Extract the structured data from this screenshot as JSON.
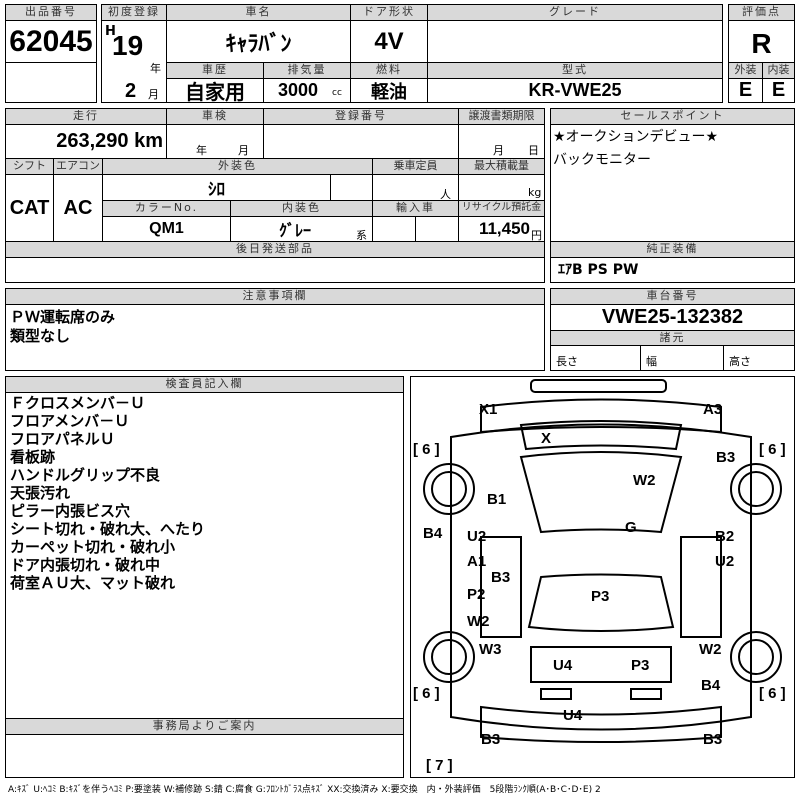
{
  "lot": {
    "label": "出品番号",
    "value": "62045"
  },
  "first_reg": {
    "label": "初度登録",
    "era": "H",
    "year": "19",
    "year_unit": "年",
    "month": "2",
    "month_unit": "月"
  },
  "car_name": {
    "label": "車名",
    "value": "ｷｬﾗﾊﾞﾝ"
  },
  "door": {
    "label": "ドア形状",
    "value": "4V"
  },
  "grade": {
    "label": "グレード",
    "value": ""
  },
  "score": {
    "label": "評価点",
    "value": "R",
    "ext_label": "外装",
    "int_label": "内装",
    "ext": "E",
    "int": "E"
  },
  "history": {
    "label": "車歴",
    "value": "自家用"
  },
  "displacement": {
    "label": "排気量",
    "value": "3000",
    "unit": "cc"
  },
  "fuel": {
    "label": "燃料",
    "value": "軽油"
  },
  "model": {
    "label": "型式",
    "value": "KR-VWE25"
  },
  "mileage": {
    "label": "走行",
    "value": "263,290 km"
  },
  "inspection": {
    "label": "車検",
    "year_unit": "年",
    "month_unit": "月"
  },
  "reg_no": {
    "label": "登録番号"
  },
  "transfer": {
    "label": "譲渡書類期限",
    "month_unit": "月",
    "day_unit": "日"
  },
  "shift": {
    "label": "シフト",
    "value": "CAT"
  },
  "ac": {
    "label": "エアコン",
    "value": "AC"
  },
  "ext_color": {
    "label": "外装色",
    "value": "ｼﾛ"
  },
  "capacity": {
    "label": "乗車定員",
    "unit": "人"
  },
  "load": {
    "label": "最大積載量",
    "unit": "kg"
  },
  "color_no": {
    "label": "カラーNo.",
    "value": "QM1"
  },
  "int_color": {
    "label": "内装色",
    "value": "ｸﾞﾚｰ",
    "unit": "系"
  },
  "import": {
    "label": "輸入車"
  },
  "recycle": {
    "label": "リサイクル預託金",
    "value": "11,450",
    "unit": "円"
  },
  "later_parts": {
    "label": "後日発送部品"
  },
  "sales_point": {
    "label": "セールスポイント",
    "lines": [
      "★オークションデビュー★",
      "バックモニター"
    ]
  },
  "equipment": {
    "label": "純正装備",
    "value": "ｴｱB PS PW"
  },
  "notes": {
    "label": "注意事項欄",
    "lines": [
      "ＰＷ運転席のみ",
      "類型なし"
    ]
  },
  "chassis": {
    "label": "車台番号",
    "value": "VWE25-132382"
  },
  "specs": {
    "label": "諸元",
    "length": "長さ",
    "width": "幅",
    "height": "高さ"
  },
  "inspector": {
    "label": "検査員記入欄",
    "lines": [
      "Ｆクロスメンバ－Ｕ",
      "フロアメンバ－Ｕ",
      "フロアパネルＵ",
      "看板跡",
      "ハンドルグリップ不良",
      "天張汚れ",
      "ピラー内張ビス穴",
      "シート切れ・破れ大、へたり",
      "カーペット切れ・破れ小",
      "ドア内張切れ・破れ中",
      "荷室ＡＵ大、マット破れ"
    ]
  },
  "office": {
    "label": "事務局よりご案内"
  },
  "diagram": {
    "marks": [
      "X1",
      "A3",
      "X",
      "B3",
      "W2",
      "B1",
      "G",
      "B4",
      "U2",
      "A1",
      "B3",
      "B2",
      "U2",
      "P2",
      "P3",
      "W2",
      "W3",
      "W2",
      "U4",
      "P3",
      "B4",
      "U4",
      "B3",
      "B3"
    ],
    "tires": [
      "[ 6 ]",
      "[ 6 ]",
      "[ 6 ]",
      "[ 6 ]",
      "[ 7 ]"
    ]
  },
  "legend": "A:ｷｽﾞ U:ﾍｺﾐ B:ｷｽﾞを伴うﾍｺﾐ P:要塗装 W:補修跡 S:錆 C:腐食 G:ﾌﾛﾝﾄｶﾞﾗｽ点ｷｽﾞ XX:交換済み X:要交換　内・外装評価　5段階ﾗﾝｸ順(A･B･C･D･E) 2"
}
